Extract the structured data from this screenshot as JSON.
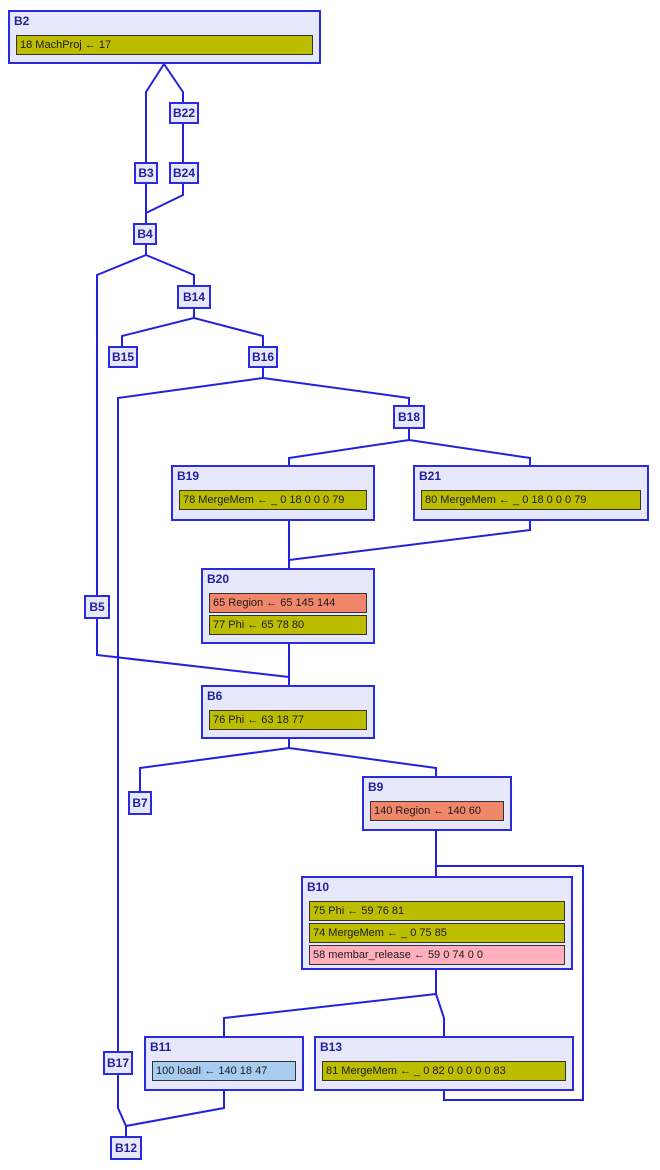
{
  "colors": {
    "block_fill": "#e8e8fc",
    "block_border": "#2a2ae0",
    "edge": "#2222dd",
    "node_olive": "#bdbd00",
    "node_salmon": "#f0876a",
    "node_pink": "#ffb0bc",
    "node_blue": "#a8cdf0"
  },
  "blocks": [
    {
      "id": "B2",
      "label": "B2",
      "nodes": [
        {
          "text": "18 MachProj ← 17",
          "color": "olive"
        }
      ]
    },
    {
      "id": "B22",
      "label": "B22",
      "nodes": []
    },
    {
      "id": "B3",
      "label": "B3",
      "nodes": []
    },
    {
      "id": "B24",
      "label": "B24",
      "nodes": []
    },
    {
      "id": "B4",
      "label": "B4",
      "nodes": []
    },
    {
      "id": "B14",
      "label": "B14",
      "nodes": []
    },
    {
      "id": "B15",
      "label": "B15",
      "nodes": []
    },
    {
      "id": "B16",
      "label": "B16",
      "nodes": []
    },
    {
      "id": "B18",
      "label": "B18",
      "nodes": []
    },
    {
      "id": "B19",
      "label": "B19",
      "nodes": [
        {
          "text": "78 MergeMem ← _  0  18  0  0  0  79",
          "color": "olive"
        }
      ]
    },
    {
      "id": "B21",
      "label": "B21",
      "nodes": [
        {
          "text": "80 MergeMem ← _  0  18  0  0  0  79",
          "color": "olive"
        }
      ]
    },
    {
      "id": "B20",
      "label": "B20",
      "nodes": [
        {
          "text": "65 Region ← 65  145  144",
          "color": "salmon"
        },
        {
          "text": "77 Phi ← 65  78  80",
          "color": "olive"
        }
      ]
    },
    {
      "id": "B5",
      "label": "B5",
      "nodes": []
    },
    {
      "id": "B6",
      "label": "B6",
      "nodes": [
        {
          "text": "76 Phi ← 63  18  77",
          "color": "olive"
        }
      ]
    },
    {
      "id": "B7",
      "label": "B7",
      "nodes": []
    },
    {
      "id": "B9",
      "label": "B9",
      "nodes": [
        {
          "text": "140 Region ← 140  60",
          "color": "salmon"
        }
      ]
    },
    {
      "id": "B10",
      "label": "B10",
      "nodes": [
        {
          "text": "75 Phi ← 59  76  81",
          "color": "olive"
        },
        {
          "text": "74 MergeMem ← _  0  75  85",
          "color": "olive"
        },
        {
          "text": "58 membar_release ← 59  0  74  0  0",
          "color": "pink"
        }
      ]
    },
    {
      "id": "B11",
      "label": "B11",
      "nodes": [
        {
          "text": "100 loadI ← 140  18  47",
          "color": "blue"
        }
      ]
    },
    {
      "id": "B13",
      "label": "B13",
      "nodes": [
        {
          "text": "81 MergeMem ← _  0  82  0  0  0  0  0  83",
          "color": "olive"
        }
      ]
    },
    {
      "id": "B17",
      "label": "B17",
      "nodes": []
    },
    {
      "id": "B12",
      "label": "B12",
      "nodes": []
    }
  ],
  "edges": [
    [
      "B2",
      "B3"
    ],
    [
      "B2",
      "B22"
    ],
    [
      "B22",
      "B24"
    ],
    [
      "B3",
      "B4"
    ],
    [
      "B24",
      "B4"
    ],
    [
      "B4",
      "B5"
    ],
    [
      "B4",
      "B14"
    ],
    [
      "B14",
      "B15"
    ],
    [
      "B14",
      "B16"
    ],
    [
      "B16",
      "B17"
    ],
    [
      "B16",
      "B18"
    ],
    [
      "B18",
      "B19"
    ],
    [
      "B18",
      "B21"
    ],
    [
      "B19",
      "B20"
    ],
    [
      "B21",
      "B20"
    ],
    [
      "B20",
      "B6"
    ],
    [
      "B5",
      "B6"
    ],
    [
      "B6",
      "B7"
    ],
    [
      "B6",
      "B9"
    ],
    [
      "B9",
      "B10"
    ],
    [
      "B10",
      "B11"
    ],
    [
      "B10",
      "B13"
    ],
    [
      "B13",
      "B10"
    ],
    [
      "B11",
      "B12"
    ],
    [
      "B17",
      "B12"
    ]
  ]
}
